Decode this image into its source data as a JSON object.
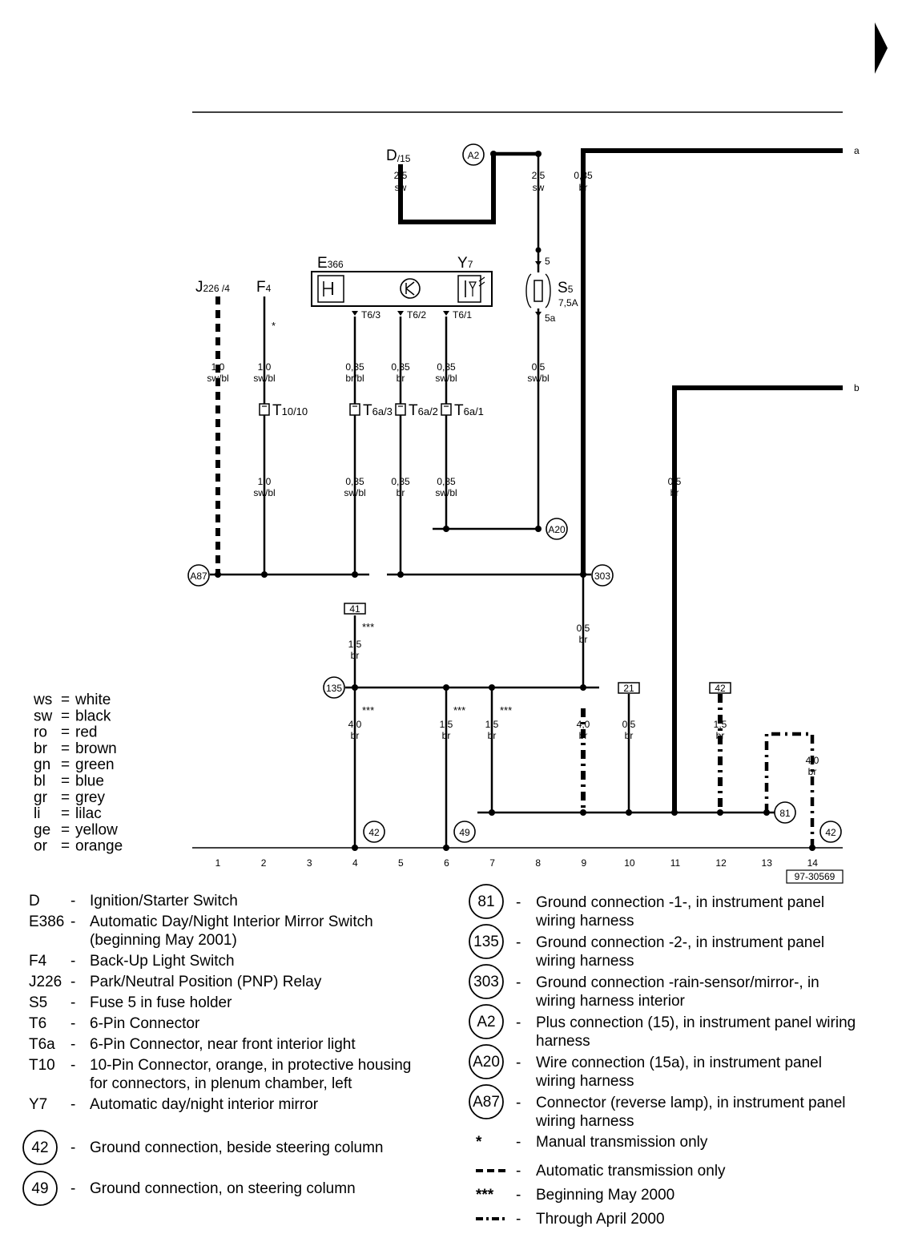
{
  "page_arrow": "arrow-right",
  "components": {
    "D": {
      "id": "D",
      "pin": "/15"
    },
    "E366": {
      "id": "E",
      "sub": "366"
    },
    "Y7": {
      "id": "Y",
      "sub": "7"
    },
    "J226": {
      "id": "J",
      "sub": "226 /4"
    },
    "F4": {
      "id": "F",
      "sub": "4"
    },
    "S5": {
      "id": "S",
      "sub": "5",
      "rating": "7,5A",
      "pin_top": "5",
      "pin_bottom": "5a"
    },
    "T10": {
      "id": "T",
      "sub": "10/10"
    },
    "T6a3": {
      "id": "T",
      "sub": "6a/3"
    },
    "T6a2": {
      "id": "T",
      "sub": "6a/2"
    },
    "T6a1": {
      "id": "T",
      "sub": "6a/1"
    },
    "T6_3": "T6/3",
    "T6_2": "T6/2",
    "T6_1": "T6/1"
  },
  "edge_refs": {
    "a": "a",
    "b": "b"
  },
  "wire_labels": {
    "d15_size": "2,5",
    "d15_color": "sw",
    "a2_size": "2,5",
    "a2_color": "sw",
    "a_size": "0,35",
    "a_color": "br",
    "j226_size": "1,0",
    "j226_color": "sw/bl",
    "f4_size": "1,0",
    "f4_color": "sw/bl",
    "t63_size": "0,35",
    "t63_color": "br/bl",
    "t62_size": "0,35",
    "t62_color": "br",
    "t61_size": "0,35",
    "t61_color": "sw/bl",
    "s5_size": "0,5",
    "s5_color": "sw/bl",
    "f4b_size": "1,0",
    "f4b_color": "sw/bl",
    "t6a3b_size": "0,35",
    "t6a3b_color": "sw/bl",
    "t6a2b_size": "0,35",
    "t6a2b_color": "br",
    "t6a1b_size": "0,35",
    "t6a1b_color": "sw/bl",
    "b_size": "0,5",
    "b_color": "br",
    "c9_size": "0,5",
    "c9_color": "br",
    "c4a_size": "1,5",
    "c4a_color": "br",
    "c4b_size": "4,0",
    "c4b_color": "br",
    "c6_size": "1,5",
    "c6_color": "br",
    "c7_size": "1,5",
    "c7_color": "br",
    "c9b_size": "4,0",
    "c9b_color": "br",
    "c10_size": "0,5",
    "c10_color": "br",
    "c12_size": "1,5",
    "c12_color": "br",
    "c14_size": "4,0",
    "c14_color": "br"
  },
  "markers": {
    "star": "*",
    "three_star": "***"
  },
  "connections": {
    "A2": "A2",
    "A20": "A20",
    "A87": "A87",
    "c303": "303",
    "c135": "135",
    "c81": "81",
    "c42": "42",
    "c49": "49"
  },
  "boxes": {
    "b41": "41",
    "b21": "21",
    "b42": "42"
  },
  "columns": [
    "1",
    "2",
    "3",
    "4",
    "5",
    "6",
    "7",
    "8",
    "9",
    "10",
    "11",
    "12",
    "13",
    "14"
  ],
  "drawing_id": "97-30569",
  "color_codes": [
    {
      "code": "ws",
      "name": "white"
    },
    {
      "code": "sw",
      "name": "black"
    },
    {
      "code": "ro",
      "name": "red"
    },
    {
      "code": "br",
      "name": "brown"
    },
    {
      "code": "gn",
      "name": "green"
    },
    {
      "code": "bl",
      "name": "blue"
    },
    {
      "code": "gr",
      "name": "grey"
    },
    {
      "code": "li",
      "name": "lilac"
    },
    {
      "code": "ge",
      "name": "yellow"
    },
    {
      "code": "or",
      "name": "orange"
    }
  ],
  "legend_left": [
    {
      "code": "D",
      "desc": "Ignition/Starter Switch"
    },
    {
      "code": "E386",
      "desc": "Automatic Day/Night Interior Mirror Switch",
      "desc2": "(beginning May 2001)"
    },
    {
      "code": "F4",
      "desc": "Back-Up Light Switch"
    },
    {
      "code": "J226",
      "desc": "Park/Neutral Position (PNP) Relay"
    },
    {
      "code": "S5",
      "desc": "Fuse 5 in fuse holder"
    },
    {
      "code": "T6",
      "desc": "6-Pin Connector"
    },
    {
      "code": "T6a",
      "desc": "6-Pin Connector, near front interior light"
    },
    {
      "code": "T10",
      "desc": "10-Pin Connector, orange, in protective housing",
      "desc2": "for connectors, in plenum chamber, left"
    },
    {
      "code": "Y7",
      "desc": "Automatic day/night interior mirror"
    }
  ],
  "legend_left_circles": [
    {
      "code": "42",
      "desc": "Ground connection, beside steering column"
    },
    {
      "code": "49",
      "desc": "Ground connection, on steering column"
    }
  ],
  "legend_right": [
    {
      "code": "81",
      "desc": "Ground connection -1-, in instrument panel",
      "desc2": "wiring harness"
    },
    {
      "code": "135",
      "desc": "Ground connection -2-, in instrument panel",
      "desc2": "wiring harness"
    },
    {
      "code": "303",
      "desc": "Ground connection -rain-sensor/mirror-, in",
      "desc2": "wiring harness interior"
    },
    {
      "code": "A2",
      "desc": "Plus connection (15), in instrument panel wiring",
      "desc2": "harness"
    },
    {
      "code": "A20",
      "desc": "Wire connection (15a), in instrument panel",
      "desc2": "wiring harness"
    },
    {
      "code": "A87",
      "desc": "Connector (reverse lamp), in instrument panel",
      "desc2": "wiring harness"
    }
  ],
  "legend_symbols": [
    {
      "symbol": "*",
      "desc": "Manual transmission only"
    },
    {
      "symbol": "dashed-line",
      "desc": "Automatic transmission only"
    },
    {
      "symbol": "***",
      "desc": "Beginning May 2000"
    },
    {
      "symbol": "dash-dot-line",
      "desc": "Through April 2000"
    }
  ],
  "dash": "-"
}
